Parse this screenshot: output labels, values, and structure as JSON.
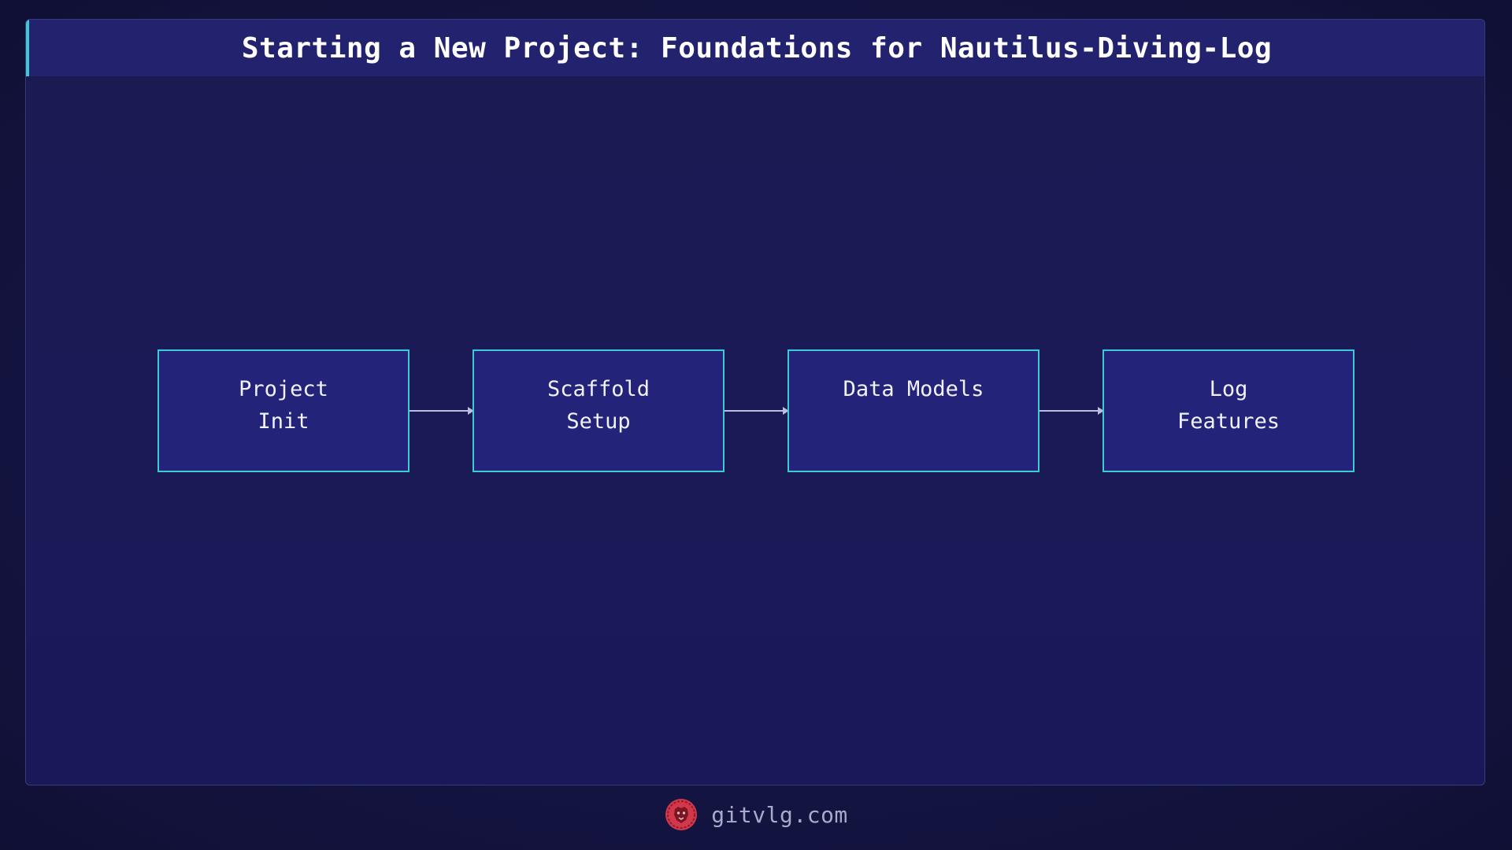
{
  "title": "Starting a New Project: Foundations for Nautilus-Diving-Log",
  "nodes": [
    {
      "lines": [
        "Project",
        "Init"
      ]
    },
    {
      "lines": [
        "Scaffold",
        "Setup"
      ]
    },
    {
      "lines": [
        "Data Models"
      ]
    },
    {
      "lines": [
        "Log",
        "Features"
      ]
    }
  ],
  "edges": [
    {
      "from": "Project Init",
      "to": "Scaffold Setup"
    },
    {
      "from": "Scaffold Setup",
      "to": "Data Models"
    },
    {
      "from": "Data Models",
      "to": "Log Features"
    }
  ],
  "footer": {
    "text": "gitvlg.com",
    "logo_icon": "lion-head-icon"
  },
  "colors": {
    "accent": "#3fc9d2",
    "node_fill": "#23237a",
    "logo": "#d2384a"
  }
}
